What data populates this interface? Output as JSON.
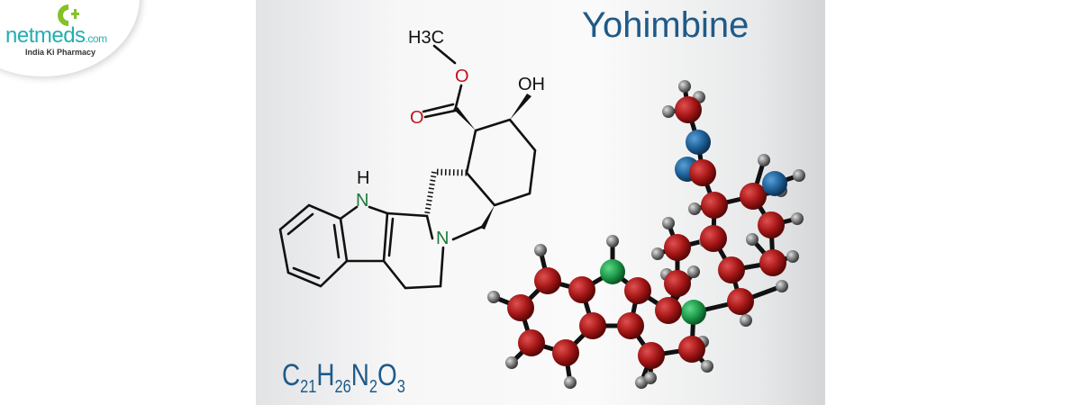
{
  "logo": {
    "brand": "netmeds",
    "domain": ".com",
    "tagline": "India Ki Pharmacy"
  },
  "title": "Yohimbine",
  "formula": {
    "c": "C",
    "c_n": "21",
    "h": "H",
    "h_n": "26",
    "n": "N",
    "n_n": "2",
    "o": "O",
    "o_n": "3"
  },
  "skeletal_labels": {
    "methyl": "H3C",
    "ester_o": "O",
    "carbonyl_o": "O",
    "hydroxyl": "OH",
    "indole_h": "H",
    "indole_n": "N",
    "amine_n": "N"
  },
  "colors": {
    "title": "#1f5a88",
    "carbon": "#b01e1e",
    "nitrogen": "#1e9a4a",
    "oxygen": "#1f5f96",
    "hydrogen": "#7a7a7a",
    "brand": "#24aeb1"
  }
}
